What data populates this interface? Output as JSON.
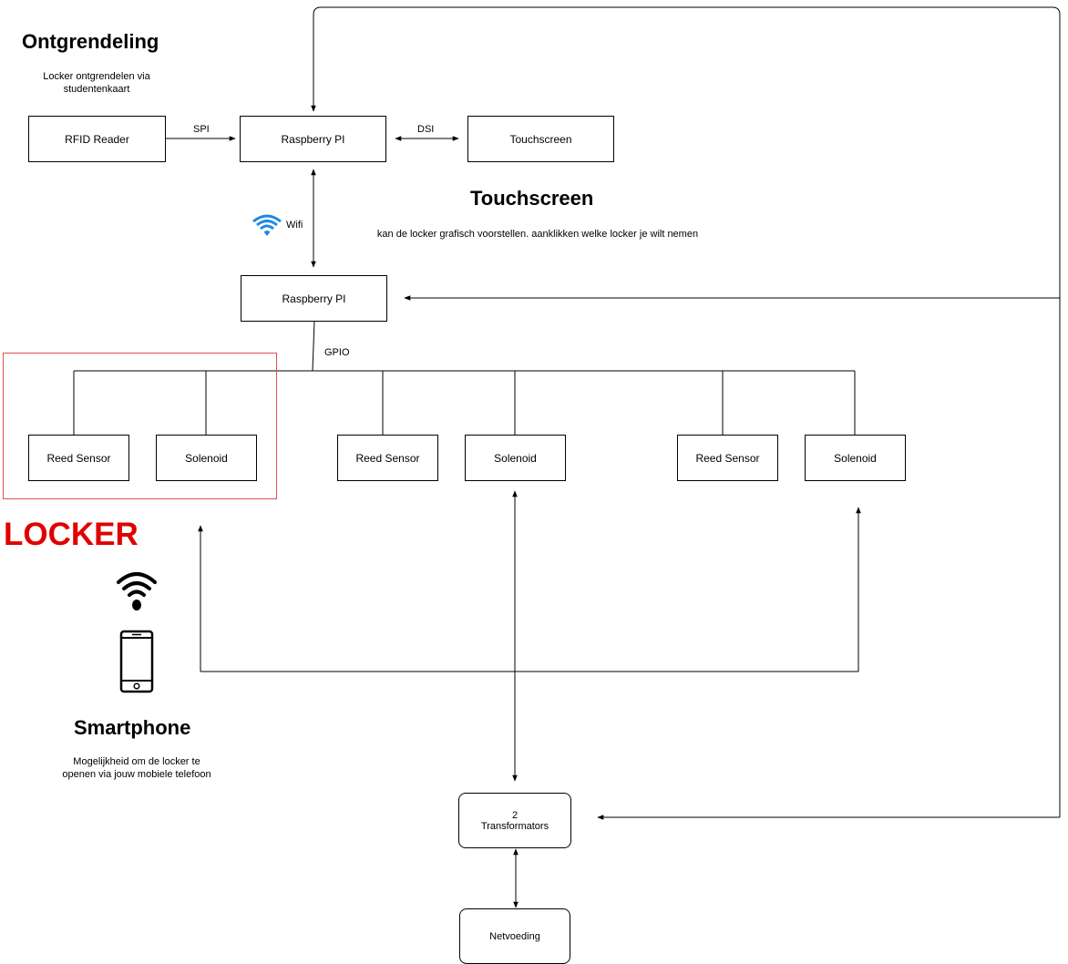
{
  "headings": {
    "ontgrendeling": "Ontgrendeling",
    "touchscreen": "Touchscreen",
    "smartphone": "Smartphone",
    "locker": "LOCKER"
  },
  "descriptions": {
    "ontgrendeling_line1": "Locker ontgrendelen via",
    "ontgrendeling_line2": "studentenkaart",
    "touchscreen": "kan de locker grafisch voorstellen. aanklikken welke locker je wilt nemen",
    "smartphone_line1": "Mogelijkheid om de locker te",
    "smartphone_line2": "openen via jouw mobiele telefoon"
  },
  "nodes": {
    "rfid_reader": "RFID Reader",
    "raspberry_pi_top": "Raspberry PI",
    "touchscreen": "Touchscreen",
    "raspberry_pi_mid": "Raspberry PI",
    "reed_sensor_1": "Reed Sensor",
    "solenoid_1": "Solenoid",
    "reed_sensor_2": "Reed Sensor",
    "solenoid_2": "Solenoid",
    "reed_sensor_3": "Reed Sensor",
    "solenoid_3": "Solenoid",
    "transformators_line1": "2",
    "transformators_line2": "Transformators",
    "netvoeding": "Netvoeding"
  },
  "edge_labels": {
    "spi": "SPI",
    "dsi": "DSI",
    "wifi": "Wifi",
    "gpio": "GPIO"
  },
  "icons": {
    "wifi_blue": "wifi-icon",
    "wifi_black": "wifi-icon",
    "phone": "smartphone-icon"
  },
  "colors": {
    "locker_red": "#e00000",
    "group_border": "#e05050",
    "wifi_blue": "#1e88e5"
  }
}
